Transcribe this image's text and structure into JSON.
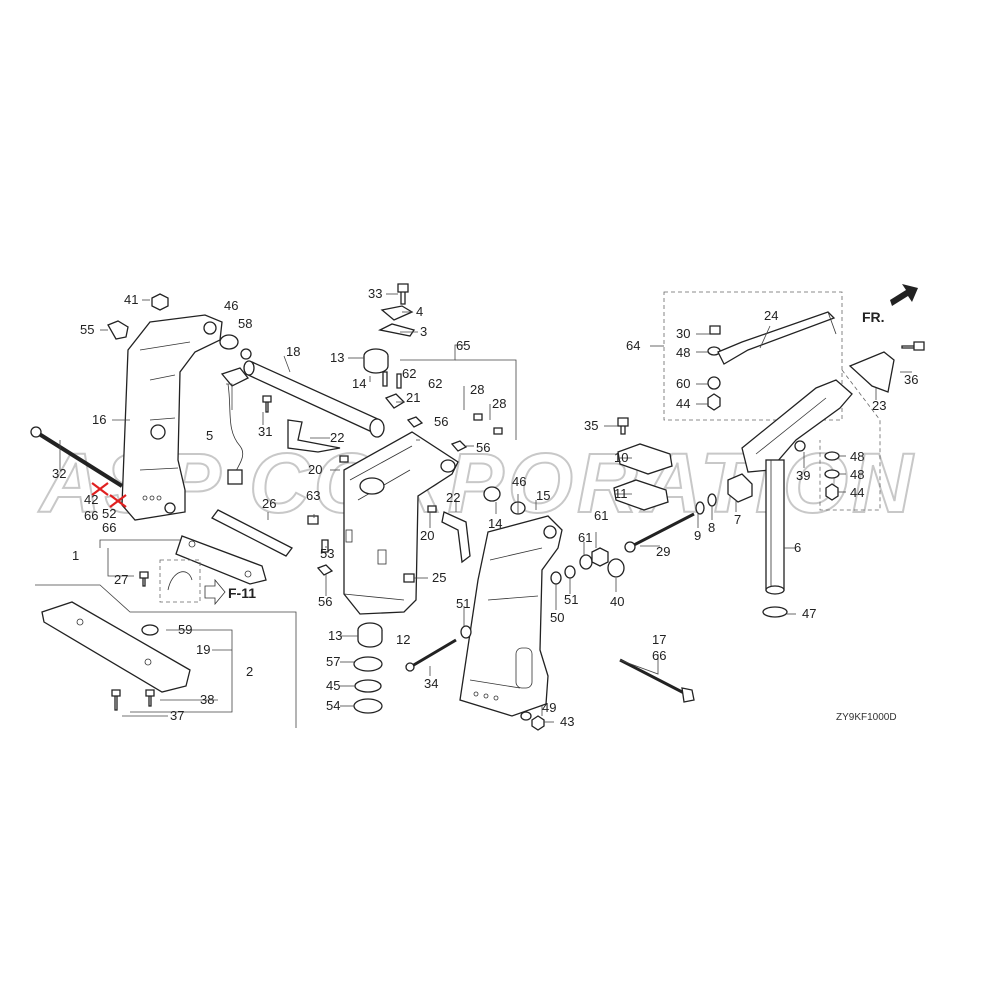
{
  "diagram": {
    "code": "ZY9KF1000D",
    "front_marker": "FR.",
    "ref_label": "F-11",
    "watermark": "ASP CORPORATION",
    "accent_color": "#e02020",
    "callouts": [
      "41",
      "55",
      "46",
      "58",
      "18",
      "16",
      "5",
      "31",
      "32",
      "42",
      "52",
      "66",
      "66",
      "1",
      "27",
      "33",
      "4",
      "3",
      "13",
      "62",
      "62",
      "14",
      "21",
      "65",
      "22",
      "20",
      "56",
      "28",
      "28",
      "56",
      "63",
      "53",
      "56",
      "26",
      "20",
      "22",
      "14",
      "46",
      "15",
      "25",
      "12",
      "13",
      "57",
      "45",
      "54",
      "34",
      "51",
      "51",
      "50",
      "59",
      "19",
      "2",
      "38",
      "37",
      "35",
      "10",
      "11",
      "61",
      "61",
      "29",
      "9",
      "8",
      "7",
      "40",
      "49",
      "43",
      "17",
      "66",
      "64",
      "30",
      "48",
      "60",
      "44",
      "24",
      "36",
      "23",
      "39",
      "48",
      "48",
      "44",
      "6",
      "47"
    ]
  }
}
